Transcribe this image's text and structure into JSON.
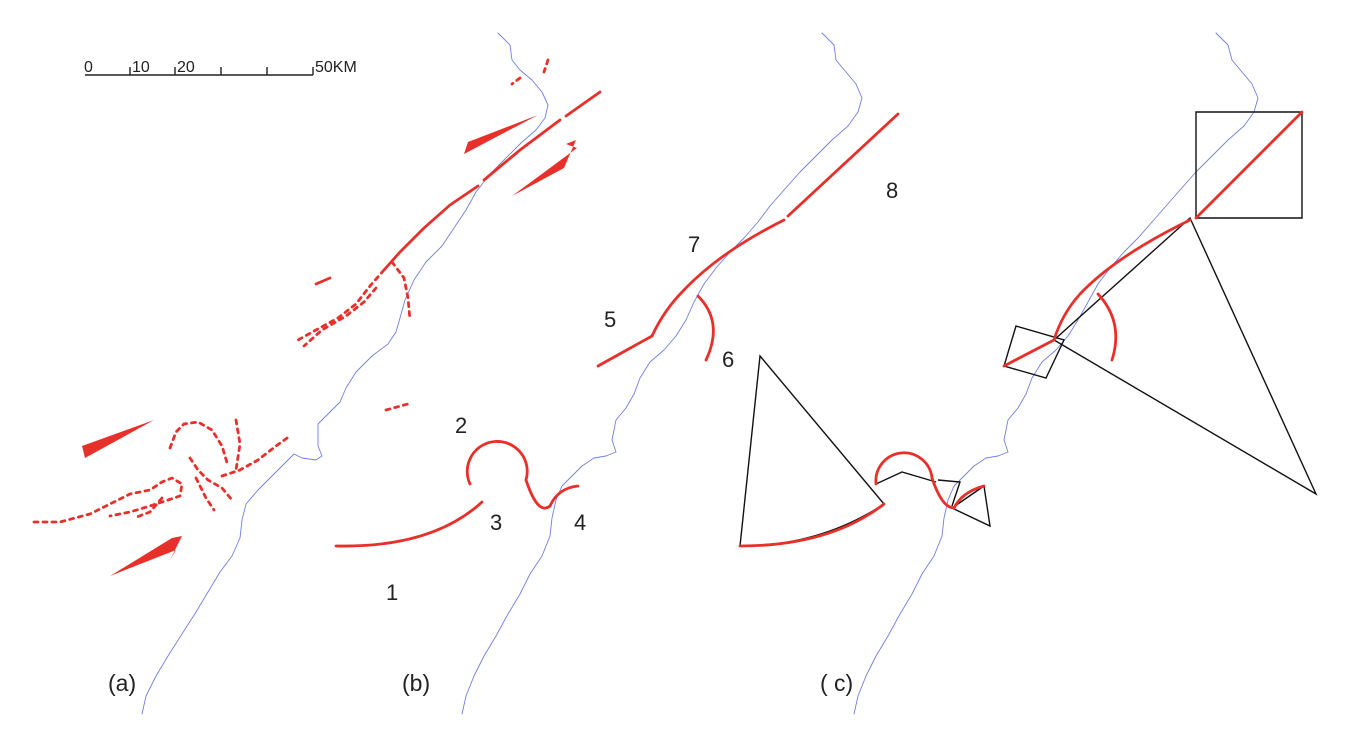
{
  "colors": {
    "fault": "#e8302a",
    "coastline": "#6f7fe0",
    "construction": "#111111",
    "text": "#222222"
  },
  "scale_bar": {
    "tick_labels": [
      "0",
      "10",
      "20",
      "50KM"
    ]
  },
  "panels": [
    {
      "id": "a",
      "label": "(a)"
    },
    {
      "id": "b",
      "label": "(b)"
    },
    {
      "id": "c",
      "label": "( c)"
    }
  ],
  "segment_labels": [
    "1",
    "2",
    "3",
    "4",
    "5",
    "6",
    "7",
    "8"
  ],
  "icons": {
    "motion_arrow": "half-arrow-icon"
  }
}
